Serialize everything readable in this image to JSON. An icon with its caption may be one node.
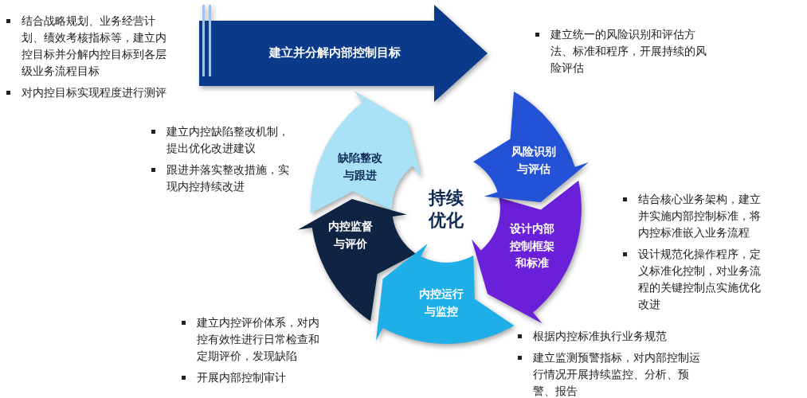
{
  "diagram": {
    "nodes": [
      {
        "text": [
          "建立并分解内部控制目标"
        ],
        "beside": [
          "结合战略规划、业务经营计划、绩效考核指标等，建立内控目标并分解内控目标到各层级业务流程目标",
          "对内控目标实现程度进行测评"
        ]
      },
      {
        "text": [
          "风险识别与评估"
        ],
        "beside": [
          "建立统一的风险识别和评估方法、标准和程序，开展持续的风险评估"
        ]
      },
      {
        "text": [
          "设计内部控制框架和标准"
        ],
        "beside": [
          "结合核心业务架构，建立并实施内部控制标准，将内控标准嵌入业务流程",
          "设计规范化操作程序，定义标准化控制，对业务流程的关键控制点实施优化改进"
        ]
      },
      {
        "text": [
          "内控运行与监控"
        ],
        "beside": [
          "根据内控标准执行业务规范",
          "建立监测预警指标，对内部控制运行情况开展持续监控、分析、预警、报告"
        ]
      },
      {
        "text": [
          "内控监督与评价"
        ],
        "beside": [
          "建立内控评价体系，对内控有效性进行日常检查和定期评价，发现缺陷",
          "开展内部控制审计"
        ]
      },
      {
        "text": [
          "缺陷整改与跟进"
        ],
        "beside": [
          "建立内控缺陷整改机制，提出优化改进建议",
          "跟进并落实整改措施，实现内控持续改进"
        ]
      }
    ],
    "labels": [
      "持续优化"
    ]
  }
}
